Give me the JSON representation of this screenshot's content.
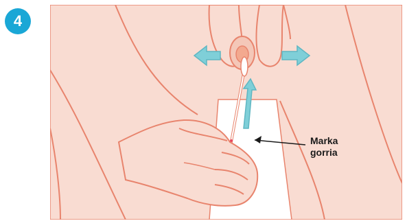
{
  "step": {
    "number": "4"
  },
  "callout": {
    "line1": "Marka",
    "line2": "gorria"
  },
  "colors": {
    "badge": "#1aa7d6",
    "skin": "#f9dcd2",
    "skin_dark": "#f4c7b8",
    "outline": "#e8846d",
    "arrow": "#7fcfd8",
    "arrow_stroke": "#5fb6c2",
    "swab": "#d9d9d9",
    "background": "#ffffff"
  }
}
